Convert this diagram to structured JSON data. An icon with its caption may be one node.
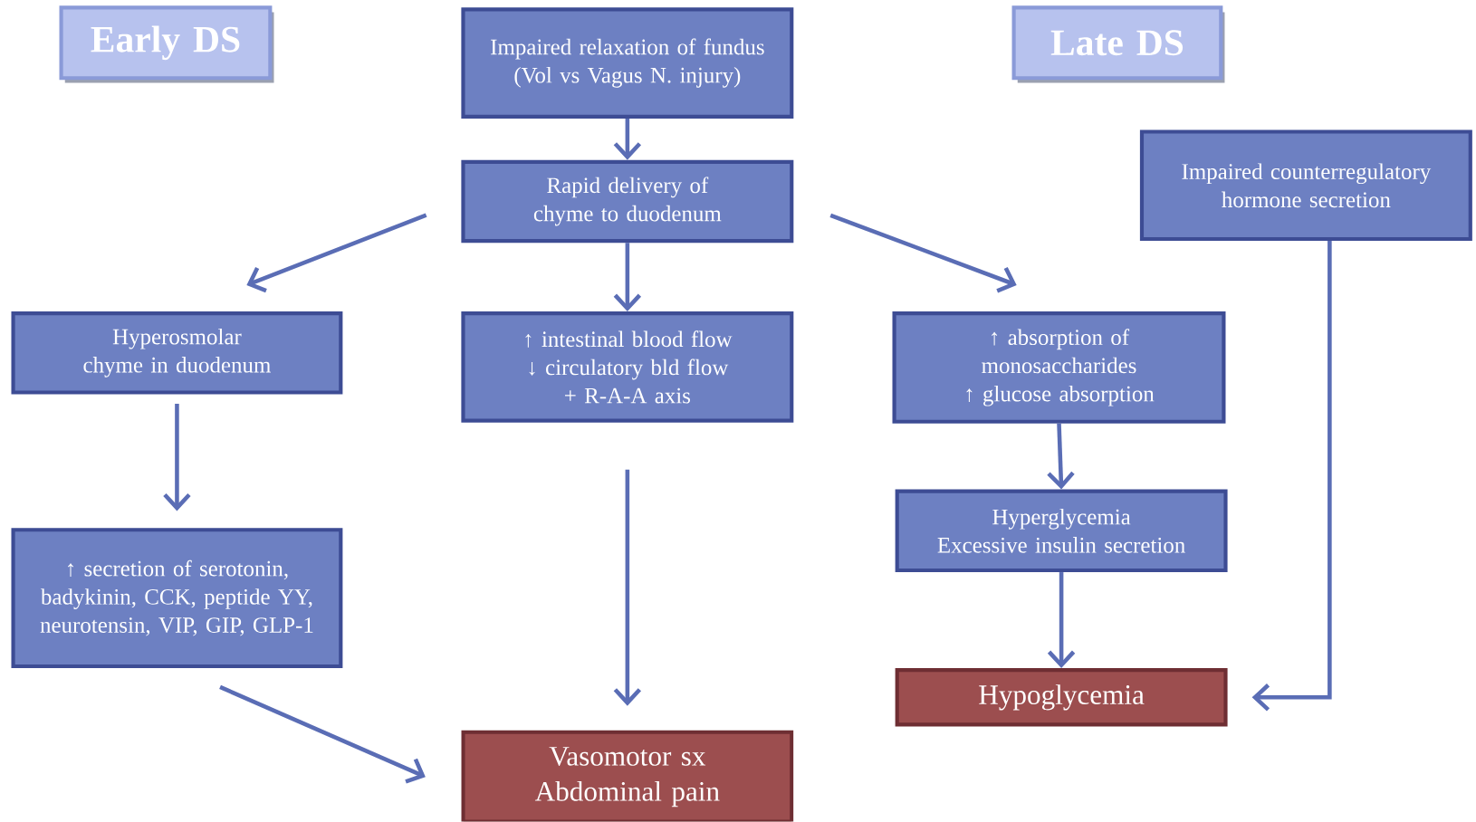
{
  "diagram": {
    "nodes": [
      {
        "text": [
          "Early DS"
        ]
      },
      {
        "text": [
          "Late DS"
        ]
      },
      {
        "text": [
          "Impaired relaxation of fundus",
          "(Vol vs Vagus N. injury)"
        ]
      },
      {
        "text": [
          "Rapid delivery of chyme to duodenum"
        ]
      },
      {
        "text": [
          "Impaired counterregulatory hormone secretion"
        ]
      },
      {
        "text": [
          "Hyperosmolar chyme in duodenum"
        ]
      },
      {
        "text": [
          "↑ intestinal blood flow",
          "↓ circulatory bld flow",
          "+ R-A-A axis"
        ]
      },
      {
        "text": [
          "↑ absorption of monosaccharides",
          "↑ glucose absorption"
        ]
      },
      {
        "text": [
          "Hyperglycemia",
          "Excessive insulin secretion"
        ]
      },
      {
        "text": [
          "↑ secretion of serotonin, badykinin, CCK, peptide YY, neurotensin, VIP, GIP, GLP-1"
        ]
      },
      {
        "text": [
          "Hypoglycemia"
        ]
      },
      {
        "text": [
          "Vasomotor sx",
          "Abdominal pain"
        ]
      }
    ],
    "edges": [
      {
        "from": 2,
        "to": 3,
        "arrow": "to"
      },
      {
        "from": 3,
        "to": 5,
        "arrow": "to"
      },
      {
        "from": 3,
        "to": 6,
        "arrow": "to"
      },
      {
        "from": 3,
        "to": 7,
        "arrow": "to"
      },
      {
        "from": 5,
        "to": 9,
        "arrow": "to"
      },
      {
        "from": 6,
        "to": 11,
        "arrow": "to"
      },
      {
        "from": 9,
        "to": 11,
        "arrow": "to"
      },
      {
        "from": 7,
        "to": 8,
        "arrow": "to"
      },
      {
        "from": 8,
        "to": 10,
        "arrow": "to"
      },
      {
        "from": 4,
        "to": 10,
        "arrow": "to"
      }
    ]
  }
}
